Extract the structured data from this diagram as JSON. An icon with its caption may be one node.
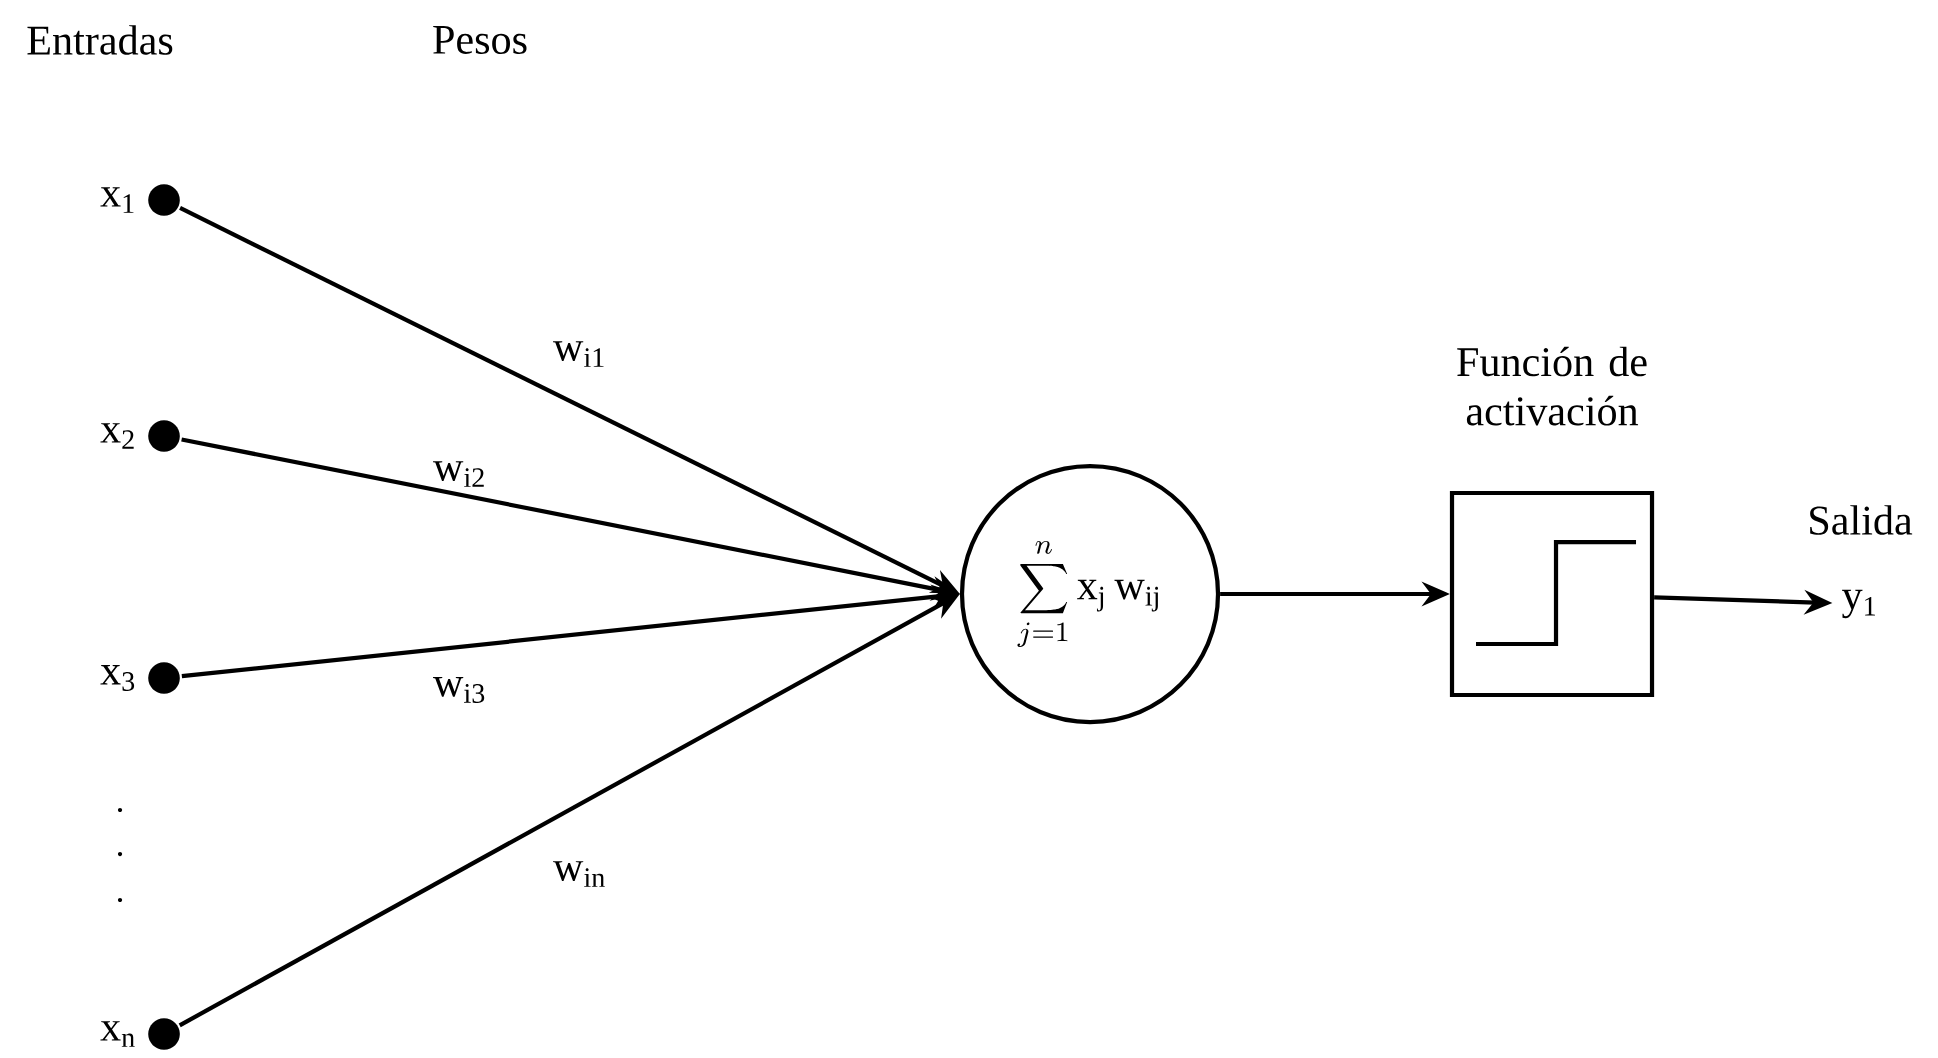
{
  "diagram": {
    "nodes": [
      {
        "text": [
          "x$_{1}$"
        ]
      },
      {
        "text": [
          "x$_{2}$"
        ]
      },
      {
        "text": [
          "x$_{3}$"
        ]
      },
      {
        "text": [
          "x$_{n}$"
        ]
      },
      {
        "text": [
          "\\sum_{j=1}^{n} \\mathrm{x}_{\\mathrm{j}}\\,\\mathrm{w}_{\\mathrm{ij}}"
        ]
      },
      {
        "text": [
          "Función de activación"
        ]
      },
      {
        "text": [
          "y$_{1}$"
        ]
      }
    ],
    "edges": [
      {
        "from": 0,
        "to": 4,
        "arrow": "to",
        "label": "w$_{i1}$"
      },
      {
        "from": 1,
        "to": 4,
        "arrow": "to",
        "label": "w$_{i2}$"
      },
      {
        "from": 2,
        "to": 4,
        "arrow": "to",
        "label": "w$_{i3}$"
      },
      {
        "from": 3,
        "to": 4,
        "arrow": "to",
        "label": "w$_{in}$"
      },
      {
        "from": 4,
        "to": 5,
        "arrow": "to"
      },
      {
        "from": 5,
        "to": 6,
        "arrow": "to"
      }
    ],
    "labels": [
      "Entradas",
      "Pesos",
      "Salida"
    ]
  }
}
